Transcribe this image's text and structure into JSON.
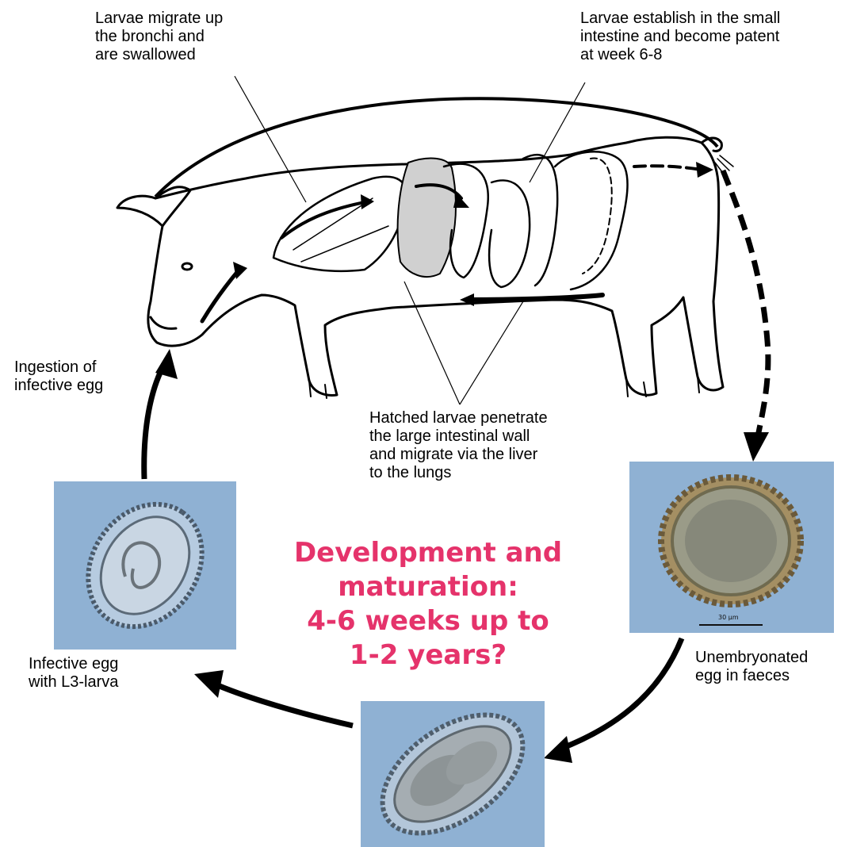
{
  "colors": {
    "accent": "#e5336b",
    "ink": "#000000",
    "micro_background": "#8fb1d3"
  },
  "labels": {
    "bronchi": "Larvae migrate up\nthe bronchi and\nare swallowed",
    "small_intestine": "Larvae establish in the small\nintestine and become patent\nat week 6-8",
    "ingestion": "Ingestion of\ninfective egg",
    "hatched": "Hatched larvae penetrate\nthe large intestinal wall\nand migrate via the liver\nto the lungs",
    "infective_egg": "Infective egg\nwith L3-larva",
    "unembryonated": "Unembryonated\negg in faeces",
    "scale_bar": "30 µm"
  },
  "center": {
    "title": "Development and\nmaturation:\n4-6 weeks up to\n1-2 years?"
  },
  "icons": {
    "pig": "pig-illustration-icon",
    "egg_l3": "infective-egg-micrograph",
    "egg_faeces": "unembryonated-egg-micrograph",
    "egg_embryonating": "embryonating-egg-micrograph"
  }
}
